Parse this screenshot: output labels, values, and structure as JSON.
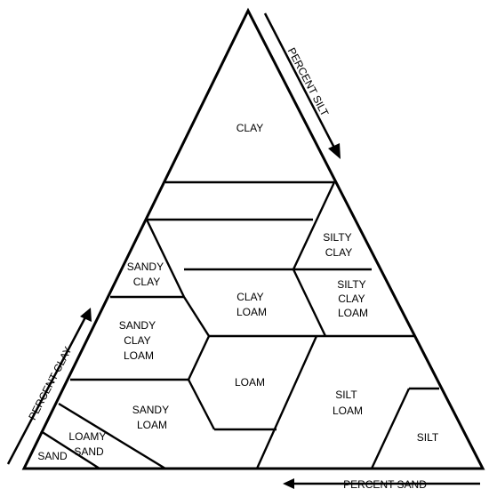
{
  "diagram": {
    "regions": {
      "clay": [
        "CLAY"
      ],
      "silty_clay": [
        "SILTY",
        "CLAY"
      ],
      "sandy_clay": [
        "SANDY",
        "CLAY"
      ],
      "clay_loam": [
        "CLAY",
        "LOAM"
      ],
      "silty_clay_loam": [
        "SILTY",
        "CLAY",
        "LOAM"
      ],
      "sandy_clay_loam": [
        "SANDY",
        "CLAY",
        "LOAM"
      ],
      "loam": [
        "LOAM"
      ],
      "silt_loam": [
        "SILT",
        "LOAM"
      ],
      "sandy_loam": [
        "SANDY",
        "LOAM"
      ],
      "loamy_sand": [
        "LOAMY",
        "SAND"
      ],
      "sand": [
        "SAND"
      ],
      "silt": [
        "SILT"
      ]
    },
    "axes": {
      "silt": "PERCENT SILT",
      "clay": "PERCENT CLAY",
      "sand": "PERCENT SAND"
    }
  }
}
